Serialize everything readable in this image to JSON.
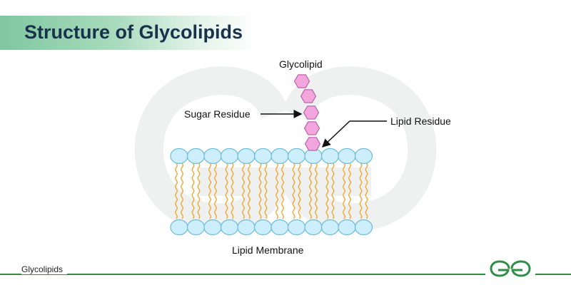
{
  "title": "Structure of Glycolipids",
  "labels": {
    "glycolipid": "Glycolipid",
    "sugar_residue": "Sugar Residue",
    "lipid_residue": "Lipid Residue",
    "lipid_membrane": "Lipid Membrane"
  },
  "footer": {
    "caption": "Glycolipids",
    "logo": "gfg-logo-icon"
  },
  "colors": {
    "title_banner": "#7fc7a0",
    "title_text": "#17324a",
    "lipid_head_fill": "#cdeefc",
    "lipid_head_stroke": "#6cbbd9",
    "lipid_tail": "#f0a830",
    "sugar_fill": "#f2a6dd",
    "sugar_stroke": "#b050a0",
    "footer_line": "#2f8d46",
    "watermark": "#e9ecea"
  },
  "membrane": {
    "heads_per_row": 12,
    "rows": 2
  }
}
